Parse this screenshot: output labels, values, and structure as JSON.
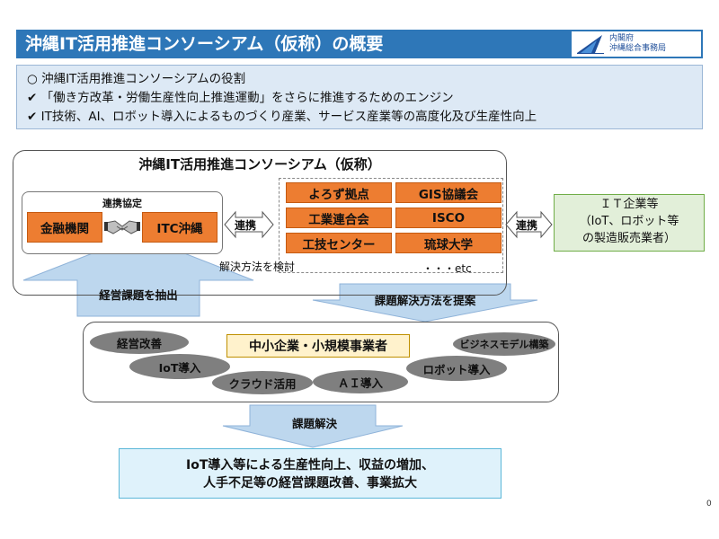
{
  "title": "沖縄IT活用推進コンソーシアム（仮称）の概要",
  "logo": {
    "line1": "内閣府",
    "line2": "沖縄総合事務局"
  },
  "role": {
    "heading": "○ 沖縄IT活用推進コンソーシアムの役割",
    "items": [
      "✔ 「働き方改革・労働生産性向上推進運動」をさらに推進するためのエンジン",
      "✔ IT技術、AI、ロボット導入によるものづくり産業、サービス産業等の高度化及び生産性向上"
    ]
  },
  "consortium": {
    "title": "沖縄IT活用推進コンソーシアム（仮称）",
    "agreement_label": "連携協定",
    "finance": "金融機関",
    "itc": "ITC沖縄",
    "partners": [
      "よろず拠点",
      "GIS協議会",
      "工業連合会",
      "ISCO",
      "工技センター",
      "琉球大学"
    ],
    "etc": "・・・etc",
    "link_left": "連携",
    "link_right": "連携",
    "method_label": "解決方法を検討"
  },
  "it_companies": {
    "line1": "ＩＴ企業等",
    "line2": "（IoT、ロボット等",
    "line3": "の製造販売業者）"
  },
  "arrows": {
    "extract": "経営課題を抽出",
    "propose": "課題解決方法を提案",
    "solve": "課題解決"
  },
  "sme": {
    "title": "中小企業・小規模事業者",
    "ovals": [
      "経営改善",
      "IoT導入",
      "クラウド活用",
      "ＡＩ導入",
      "ロボット導入",
      "ビジネスモデル構築"
    ]
  },
  "result": {
    "line1": "IoT導入等による生産性向上、収益の増加、",
    "line2": "人手不足等の経営課題改善、事業拡大"
  },
  "page_number": "0",
  "colors": {
    "title_bar": "#2e77b8",
    "orange": "#ed7d31",
    "green_box": "#e2efd9",
    "arrow_fill": "#bdd7ee",
    "yellow": "#fff2cc",
    "oval": "#7f7f7f",
    "result_box": "#dff2fb"
  }
}
